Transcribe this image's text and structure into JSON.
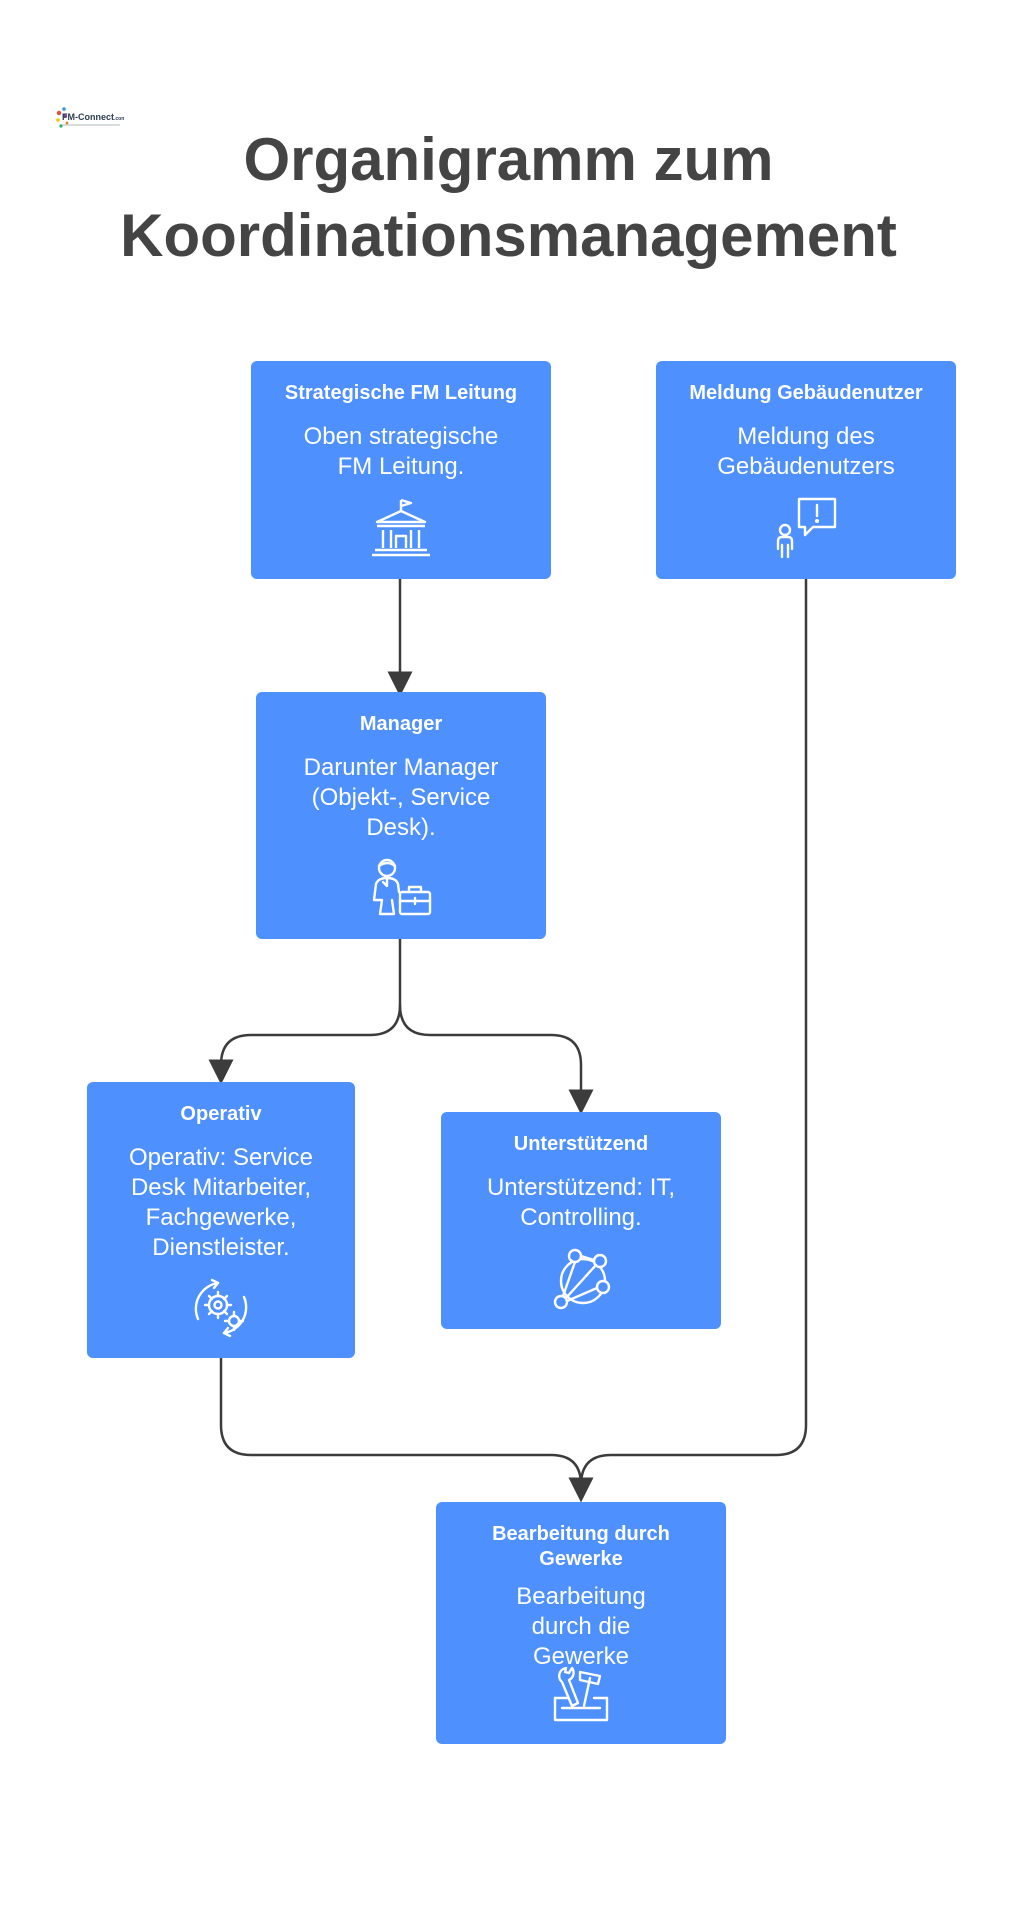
{
  "logo": {
    "text": "FM-Connect.com"
  },
  "title": {
    "line1": "Organigramm zum",
    "line2": "Koordinationsmanagement"
  },
  "nodes": {
    "leitung": {
      "title": "Strategische FM Leitung",
      "desc": "Oben strategische FM Leitung.",
      "icon": "government-building-icon"
    },
    "meldung": {
      "title": "Meldung Gebäudenutzer",
      "desc": "Meldung des Gebäudenutzers",
      "icon": "person-alert-icon"
    },
    "manager": {
      "title": "Manager",
      "desc": "Darunter Manager (Objekt-, Service Desk).",
      "icon": "manager-briefcase-icon"
    },
    "operativ": {
      "title": "Operativ",
      "desc": "Operativ: Service Desk Mitarbeiter, Fachgewerke, Dienstleister.",
      "icon": "gears-cycle-icon"
    },
    "unterstuetzend": {
      "title": "Unterstützend",
      "desc": "Unterstützend: IT, Controlling.",
      "icon": "network-icon"
    },
    "bearbeitung": {
      "title": "Bearbeitung durch Gewerke",
      "desc": "Bearbeitung durch die Gewerke",
      "icon": "toolbox-icon"
    }
  },
  "colors": {
    "node": "#4d90fe",
    "connector": "#3c3c3c",
    "title": "#444444"
  }
}
